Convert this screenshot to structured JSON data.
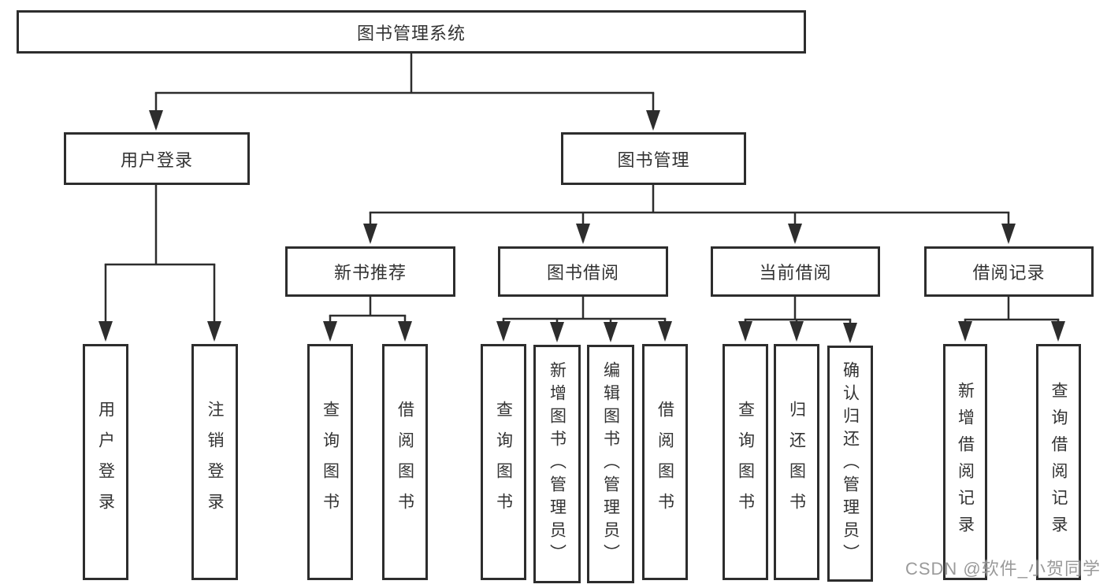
{
  "tree": {
    "root": {
      "label": "图书管理系统"
    },
    "branches": [
      {
        "label": "用户登录",
        "children": [
          "用户登录",
          "注销登录"
        ]
      },
      {
        "label": "图书管理",
        "children": [
          {
            "label": "新书推荐",
            "children": [
              "查询图书",
              "借阅图书"
            ]
          },
          {
            "label": "图书借阅",
            "children": [
              "查询图书",
              "新增图书（管理员）",
              "编辑图书（管理员）",
              "借阅图书"
            ]
          },
          {
            "label": "当前借阅",
            "children": [
              "查询图书",
              "归还图书",
              "确认归还（管理员）"
            ]
          },
          {
            "label": "借阅记录",
            "children": [
              "新增借阅记录",
              "查询借阅记录"
            ]
          }
        ]
      }
    ]
  },
  "watermark": {
    "text": "CSDN @软件_小贺同学"
  },
  "colors": {
    "line": "#2d2d2d",
    "text": "#333333",
    "background": "#ffffff",
    "watermark": "#888888"
  }
}
